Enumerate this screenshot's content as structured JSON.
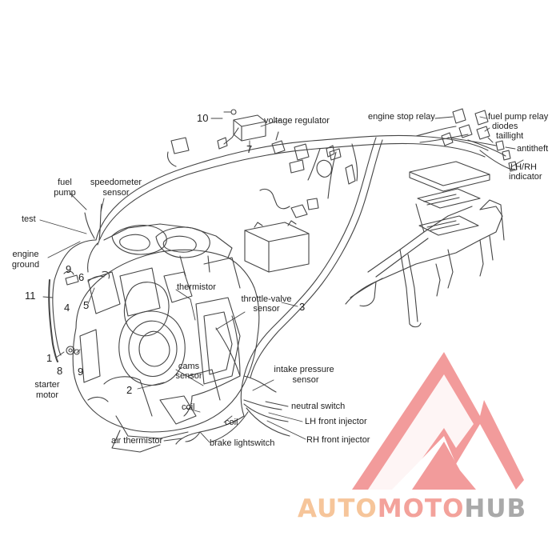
{
  "labels": {
    "voltage_regulator": "voltage regulator",
    "engine_stop_relay": "engine stop relay",
    "fuel_pump_relay": "fuel pump relay",
    "diodes": "diodes",
    "taillight": "taillight",
    "antitheft": "antitheft",
    "lh_rh": "LH/RH",
    "indicator": "indicator",
    "fuel": "fuel",
    "pump": "pump",
    "speedometer": "speedometer",
    "sensor_speedo": "sensor",
    "test": "test",
    "engine": "engine",
    "ground": "ground",
    "thermistor": "thermistor",
    "throttle_valve": "throttle-valve",
    "sensor_throttle": "sensor",
    "intake_pressure": "intake pressure",
    "sensor_intake": "sensor",
    "cams": "cams",
    "sensor_cams": "sensor",
    "starter": "starter",
    "motor": "motor",
    "coil_1": "coil",
    "coil_2": "coil",
    "neutral_switch": "neutral switch",
    "lh_front_injector": "LH front injector",
    "rh_front_injector": "RH front injector",
    "air_thermistor": "air thermistor",
    "brake_lightswitch": "brake lightswitch"
  },
  "numbers": {
    "n10": "10",
    "n7": "7",
    "n9a": "9",
    "n6": "6",
    "n4": "4",
    "n5": "5",
    "n11": "11",
    "n3": "3",
    "n1": "1",
    "n8": "8",
    "n9b": "9",
    "n2": "2"
  },
  "watermark": {
    "auto": "AUTO",
    "moto": "MOTO",
    "hub": "HUB",
    "color_auto": "#f6c59a",
    "color_moto": "#f3a29b",
    "color_hub": "#a9a9a9",
    "logo_color": "#f08a8a"
  }
}
